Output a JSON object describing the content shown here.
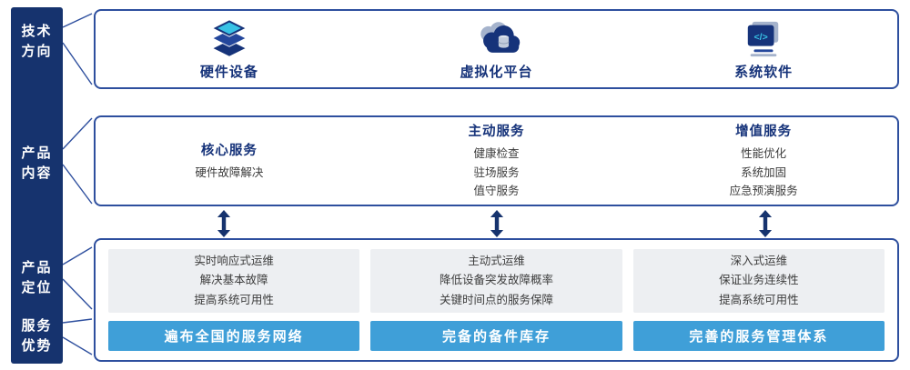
{
  "colors": {
    "navy": "#16336e",
    "border_blue": "#2e4f9e",
    "title_blue": "#16337a",
    "body_text": "#3c3c3c",
    "gray_panel": "#edeff2",
    "advantage_bar": "#3f9fd8",
    "accent_cyan": "#38c2e5"
  },
  "sidebar": {
    "labels": [
      {
        "line1": "技术",
        "line2": "方向"
      },
      {
        "line1": "产品",
        "line2": "内容"
      },
      {
        "line1": "产品",
        "line2": "定位"
      },
      {
        "line1": "服务",
        "line2": "优势"
      }
    ]
  },
  "tech_row": {
    "items": [
      {
        "label": "硬件设备",
        "icon": "server-stack-icon"
      },
      {
        "label": "虚拟化平台",
        "icon": "cloud-platform-icon"
      },
      {
        "label": "系统软件",
        "icon": "system-software-icon"
      }
    ]
  },
  "content_row": {
    "columns": [
      {
        "title": "核心服务",
        "items": [
          "硬件故障解决"
        ]
      },
      {
        "title": "主动服务",
        "items": [
          "健康检查",
          "驻场服务",
          "值守服务"
        ]
      },
      {
        "title": "增值服务",
        "items": [
          "性能优化",
          "系统加固",
          "应急预演服务"
        ]
      }
    ]
  },
  "positioning_row": {
    "columns": [
      {
        "lines": [
          "实时响应式运维",
          "解决基本故障",
          "提高系统可用性"
        ],
        "advantage": "遍布全国的服务网络"
      },
      {
        "lines": [
          "主动式运维",
          "降低设备突发故障概率",
          "关键时间点的服务保障"
        ],
        "advantage": "完备的备件库存"
      },
      {
        "lines": [
          "深入式运维",
          "保证业务连续性",
          "提高系统可用性"
        ],
        "advantage": "完善的服务管理体系"
      }
    ]
  }
}
